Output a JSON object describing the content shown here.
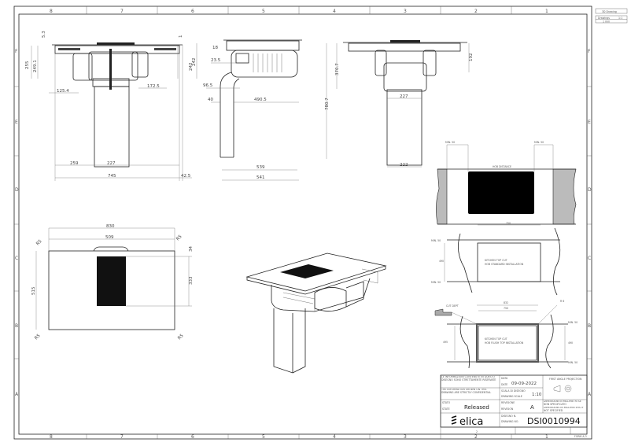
{
  "frame": {
    "columns": [
      "8",
      "7",
      "6",
      "5",
      "4",
      "3",
      "2",
      "1"
    ],
    "rows": [
      "F",
      "E",
      "D",
      "C",
      "B",
      "A"
    ],
    "form": "FORM A-3",
    "sheet": "2",
    "corner_block": [
      "3D Drawing",
      "Drawings",
      "1:1",
      "1 mm"
    ]
  },
  "front_view": {
    "dims": [
      "5.3",
      "255",
      "249.1",
      "1",
      "242",
      "125.4",
      "172.5",
      "259",
      "227",
      "745",
      "42.5"
    ]
  },
  "side_view": {
    "dims": [
      "18",
      "242",
      "23.5",
      "96.5",
      "40",
      "490.5",
      "539",
      "541"
    ]
  },
  "right_view": {
    "dims": [
      "192",
      "370.7",
      "780.7",
      "227",
      "222"
    ]
  },
  "top_view": {
    "dims": [
      "830",
      "509",
      "515",
      "333",
      "34",
      "R5",
      "R5",
      "R5",
      "R5"
    ]
  },
  "details": {
    "hob_distance": {
      "min_left": "MIN. 50",
      "min_right": "MIN. 50",
      "label": "HOB DISTANCE"
    },
    "standard": {
      "width": "750",
      "min_top": "MIN. 50",
      "depth": "490",
      "min_bottom": "MIN. 50",
      "note1": "KITCHEN TOP CUT",
      "note2": "HOB STANDARD INSTALLATION"
    },
    "flush": {
      "cut_depth": "CUT DEPT",
      "outer_width": "832",
      "width": "750",
      "radius": "R 6",
      "min_top": "MIN. 50",
      "depth": "490",
      "min_bottom": "MIN. 50",
      "left_depth": "495",
      "note1": "KITCHEN TOP CUT",
      "note2": "HOB FLUSH TOP INSTALLATION"
    }
  },
  "title_block": {
    "confidential_1": "LE INFORMAZIONI CONTENUTE IN QUESTO DISEGNO SONO STRETTAMENTE RISERVATE",
    "confidential_2": "THE INFORMATION SHOWN ON THIS DRAWING ARE STRICTLY CONFIDENTIAL",
    "date_label": "DATA",
    "date_label_en": "DATE",
    "date": "09-09-2022",
    "scale_label": "SCALA DI DISEGNO",
    "scale_label_en": "DRAWING SCALE",
    "scale": "1:10",
    "state_label": "STATO",
    "state_label_en": "STATE",
    "state": "Released",
    "revision_label": "REVISIONE",
    "revision_label_en": "REVISION",
    "revision": "A",
    "drawing_no_label": "DISEGNO N.",
    "drawing_no_label_en": "DRAWING NO.",
    "drawing_no": "DSI0010994",
    "projection_label": "FIRST ANGLE PROJECTION",
    "units_note_1": "DIMENSIONI IN MILLIMETRI SE NON SPECIFICATO",
    "units_note_2": "DIMENSIONS IN MILLIMETERS IF NOT SPECIFIED",
    "logo": "elica"
  }
}
